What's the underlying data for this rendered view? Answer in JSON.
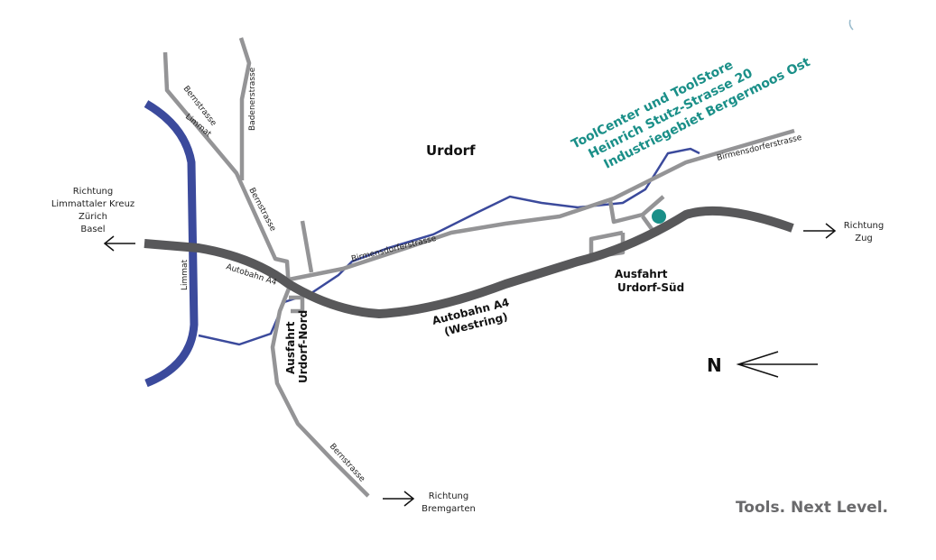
{
  "place": "Urdorf",
  "destination": {
    "line1": "ToolCenter und ToolStore",
    "line2": "Heinrich Stutz-Strasse 20",
    "line3": "Industriegebiet Bergermoos Ost"
  },
  "roads": {
    "bernstrasse": "Bernstrasse",
    "badenerstrasse": "Badenerstrasse",
    "birmensdorferstrasse": "Birmensdorferstrasse",
    "autobahn_small": "Autobahn A4",
    "autobahn_line1": "Autobahn A4",
    "autobahn_line2": "(Westring)"
  },
  "river": "Limmat",
  "exits": {
    "nord_line1": "Ausfahrt",
    "nord_line2": "Urdorf-Nord",
    "sued_line1": "Ausfahrt",
    "sued_line2": "Urdorf-Süd"
  },
  "directions": {
    "west": [
      "Richtung",
      "Limmattaler Kreuz",
      "Zürich",
      "Basel"
    ],
    "east": [
      "Richtung",
      "Zug"
    ],
    "south": [
      "Richtung",
      "Bremgarten"
    ]
  },
  "north_label": "N",
  "slogan": "Tools. Next Level.",
  "colors": {
    "river": "#3b4a9c",
    "road": "#949496",
    "autobahn": "#58585a",
    "accent": "#1a8f88"
  }
}
